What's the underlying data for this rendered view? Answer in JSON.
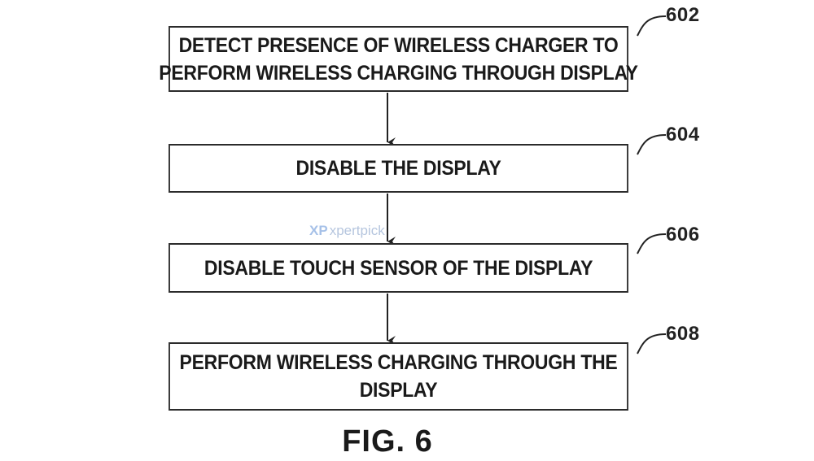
{
  "flowchart": {
    "steps": [
      {
        "ref": "602",
        "lines": [
          "DETECT PRESENCE OF WIRELESS CHARGER TO",
          "PERFORM WIRELESS CHARGING THROUGH DISPLAY"
        ]
      },
      {
        "ref": "604",
        "lines": [
          "DISABLE THE DISPLAY"
        ]
      },
      {
        "ref": "606",
        "lines": [
          "DISABLE TOUCH SENSOR OF THE DISPLAY"
        ]
      },
      {
        "ref": "608",
        "lines": [
          "PERFORM WIRELESS CHARGING THROUGH THE",
          "DISPLAY"
        ]
      }
    ],
    "caption": "FIG. 6"
  },
  "watermark": {
    "logo": "XP",
    "text": "xpertpick",
    "color": "#7a97c4"
  }
}
